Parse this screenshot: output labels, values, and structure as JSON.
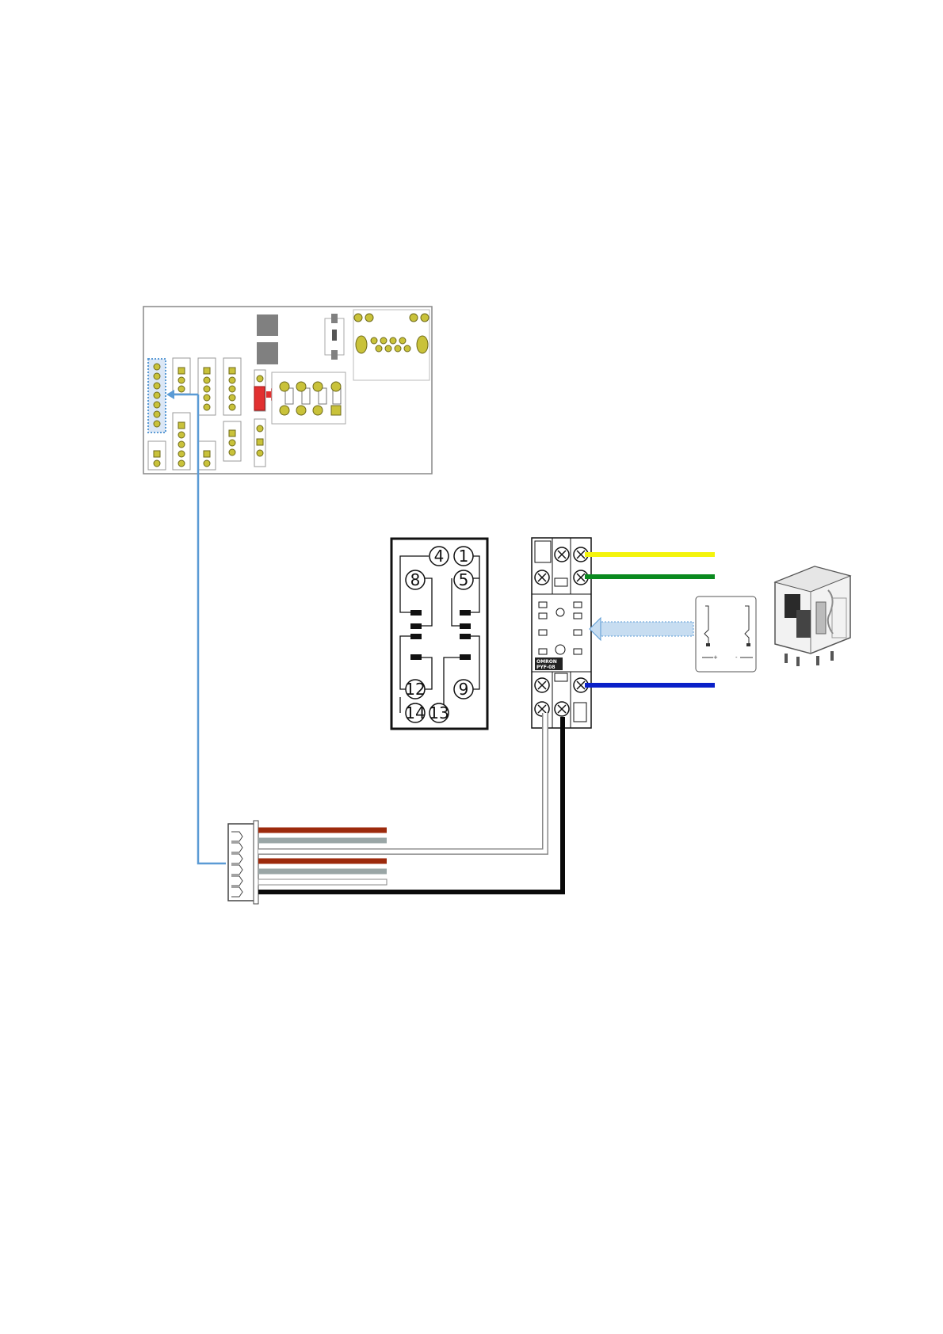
{
  "pin_diagram": {
    "pins": [
      "4",
      "1",
      "8",
      "5",
      "12",
      "9",
      "14",
      "13"
    ]
  },
  "relay_socket": {
    "brand": "OMRON",
    "model": "PYF-08"
  },
  "coil_symbol": {
    "marks": [
      "+",
      "-"
    ]
  },
  "wire_colors": {
    "yellow": "#f4f40c",
    "green": "#0a8a1f",
    "blue": "#0a20c8",
    "link_blue": "#5b9bd5",
    "brown": "#9c2a0c",
    "grey": "#9aa6a6",
    "black": "#0a0a0a",
    "pcb_pad": "#c9c23a",
    "alert_red": "#e23030"
  }
}
